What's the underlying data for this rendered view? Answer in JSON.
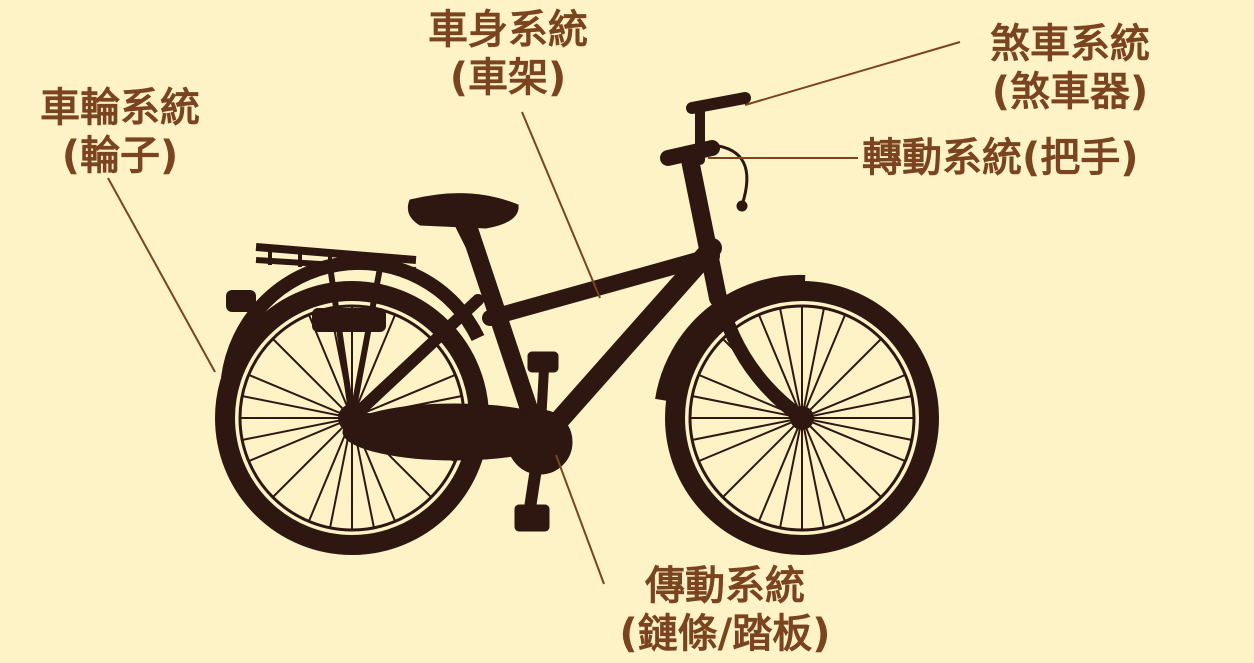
{
  "colors": {
    "background": "#fdf3c6",
    "silhouette": "#2e1711",
    "label_text": "#7a4420",
    "leader_line": "#7a4420"
  },
  "labels": {
    "wheel": {
      "line1": "車輪系統",
      "line2": "(輪子)"
    },
    "body": {
      "line1": "車身系統",
      "line2": "(車架)"
    },
    "brake": {
      "line1": "煞車系統",
      "line2": "(煞車器)"
    },
    "steering": {
      "line1": "轉動系統(把手)"
    },
    "drive": {
      "line1": "傳動系統",
      "line2": "(鏈條/踏板)"
    }
  }
}
